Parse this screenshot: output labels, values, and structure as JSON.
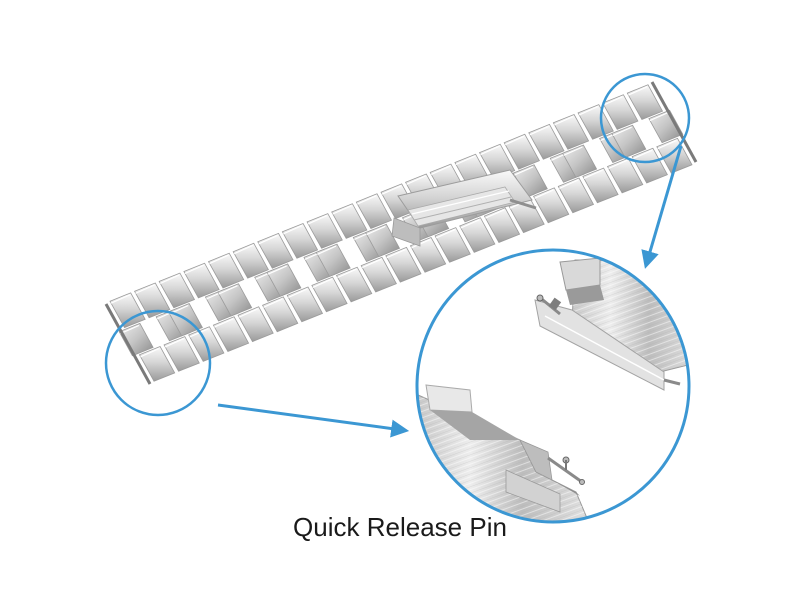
{
  "caption": "Quick Release Pin",
  "colors": {
    "callout": "#3b97d3",
    "metal_light": "#f2f2f2",
    "metal_mid": "#cfcfcf",
    "metal_dark": "#8c8c8c",
    "background": "#ffffff"
  },
  "icons": [
    "watch-band",
    "callout-circle",
    "callout-arrow",
    "spring-bar-pin"
  ]
}
